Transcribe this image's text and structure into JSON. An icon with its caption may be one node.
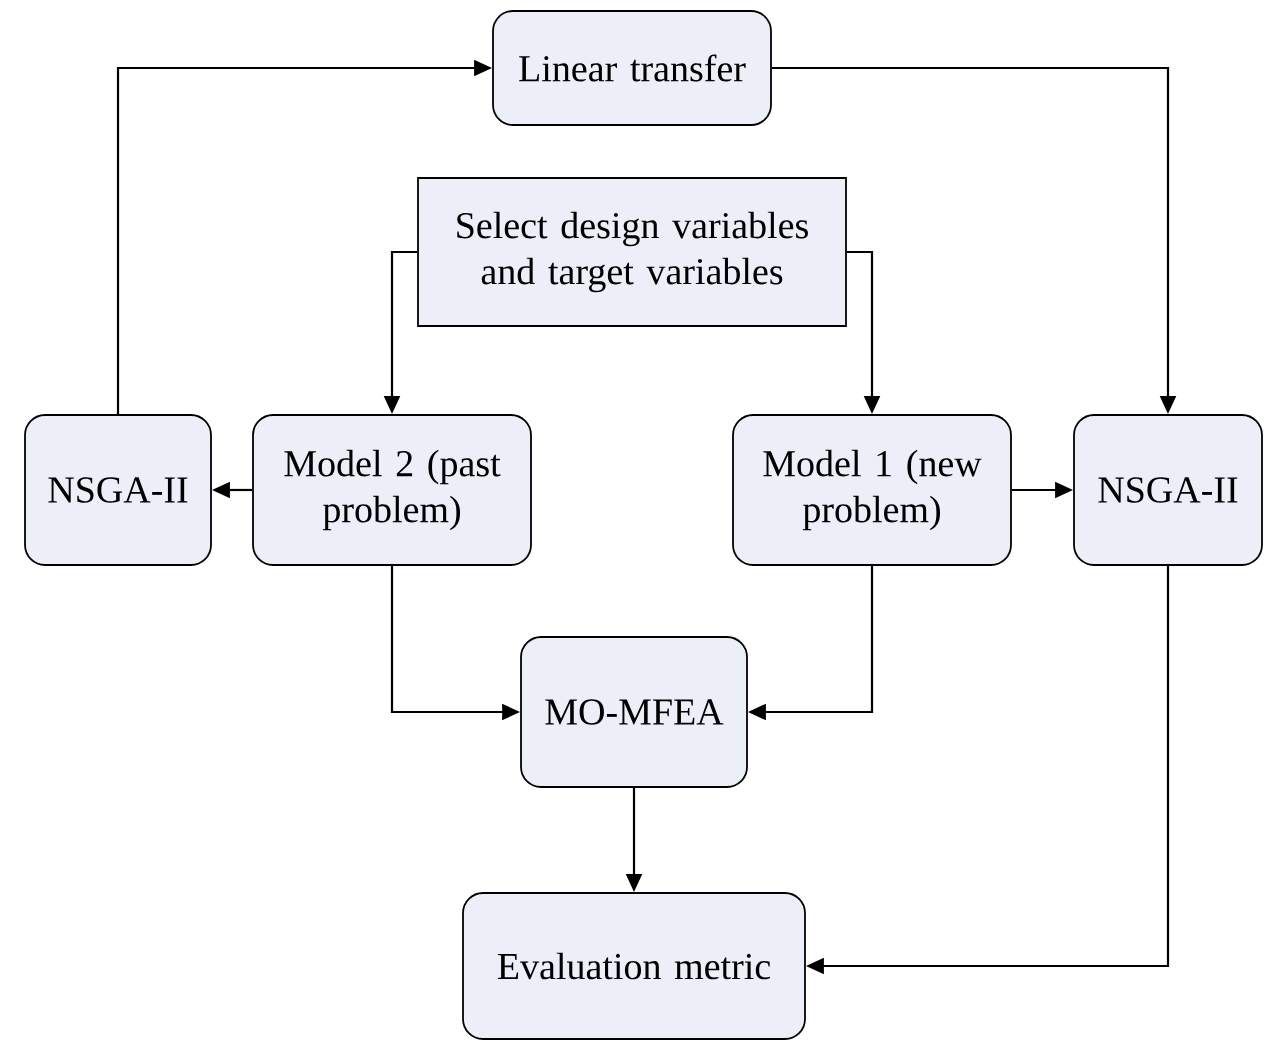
{
  "diagram": {
    "nodes": [
      {
        "text": [
          "Linear transfer"
        ]
      },
      {
        "text": [
          "Select design variables and target variables"
        ]
      },
      {
        "text": [
          "NSGA-II"
        ]
      },
      {
        "text": [
          "Model 2 (past problem)"
        ]
      },
      {
        "text": [
          "Model 1 (new problem)"
        ]
      },
      {
        "text": [
          "NSGA-II"
        ]
      },
      {
        "text": [
          "MO-MFEA"
        ]
      },
      {
        "text": [
          "Evaluation metric"
        ]
      }
    ],
    "edges": [
      {
        "from": 2,
        "to": 0,
        "arrow": "to"
      },
      {
        "from": 0,
        "to": 5,
        "arrow": "to"
      },
      {
        "from": 1,
        "to": 3,
        "arrow": "to"
      },
      {
        "from": 1,
        "to": 4,
        "arrow": "to"
      },
      {
        "from": 3,
        "to": 2,
        "arrow": "to"
      },
      {
        "from": 4,
        "to": 5,
        "arrow": "to"
      },
      {
        "from": 3,
        "to": 6,
        "arrow": "to"
      },
      {
        "from": 4,
        "to": 6,
        "arrow": "to"
      },
      {
        "from": 6,
        "to": 7,
        "arrow": "to"
      },
      {
        "from": 5,
        "to": 7,
        "arrow": "to"
      }
    ]
  }
}
